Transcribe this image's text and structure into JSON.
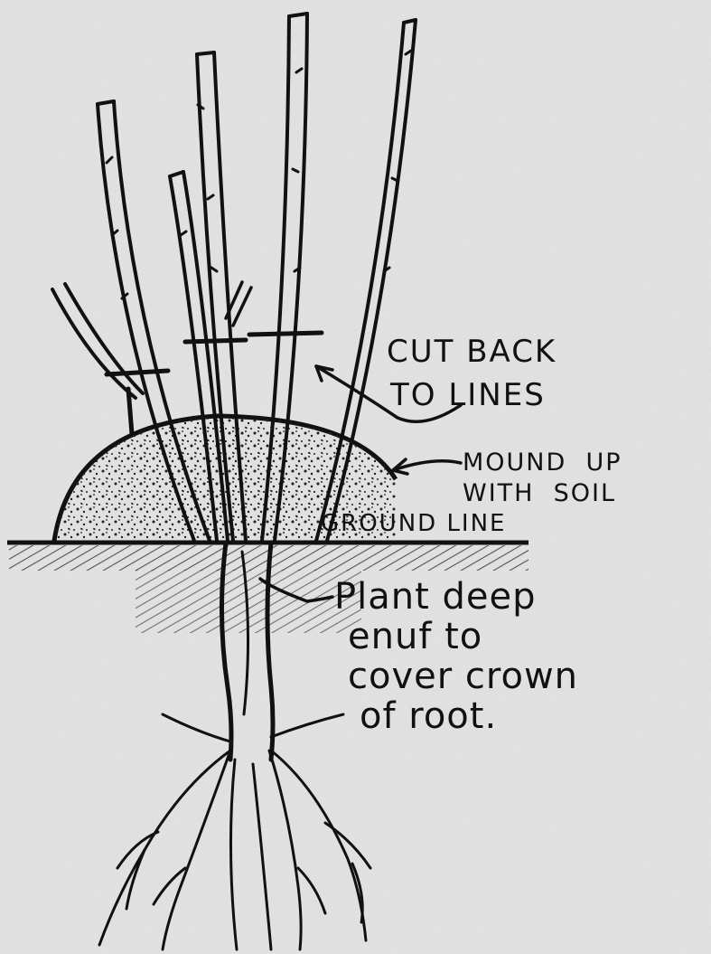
{
  "labels": {
    "cut_back": [
      "CUT BACK",
      "TO LINES"
    ],
    "mound": [
      "MOUND  UP",
      "WITH  SOIL"
    ],
    "ground": "GROUND LINE",
    "plant": [
      "Plant deep",
      "enuf to",
      "cover crown",
      "of root."
    ]
  }
}
